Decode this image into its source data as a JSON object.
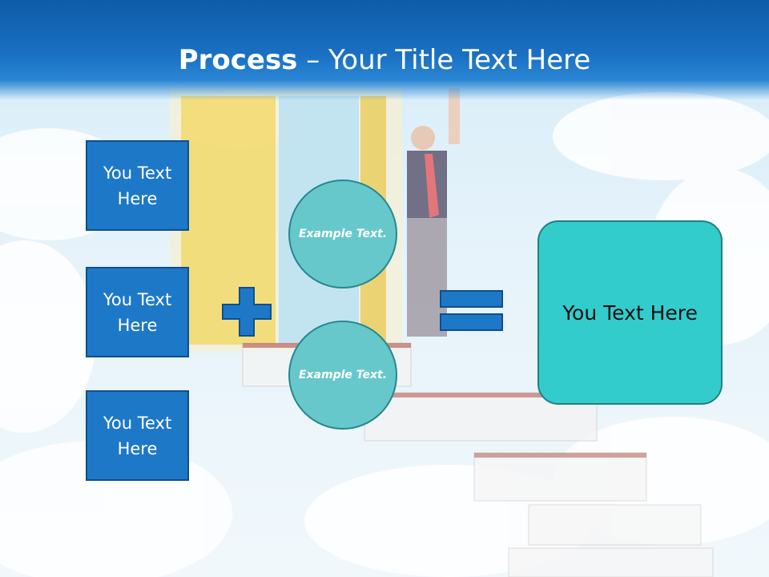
{
  "title": {
    "bold": "Process",
    "rest": " – Your Title Text Here"
  },
  "left_boxes": [
    "You Text Here",
    "You Text Here",
    "You Text Here"
  ],
  "circles": [
    "Example Text.",
    "Example Text."
  ],
  "operators": {
    "plus": "plus-icon",
    "equals": "equals-icon"
  },
  "result": "You Text Here",
  "colors": {
    "header": "#1a70c3",
    "box": "#1e78c8",
    "circle": "#67c8cc",
    "result": "#33cccc"
  }
}
